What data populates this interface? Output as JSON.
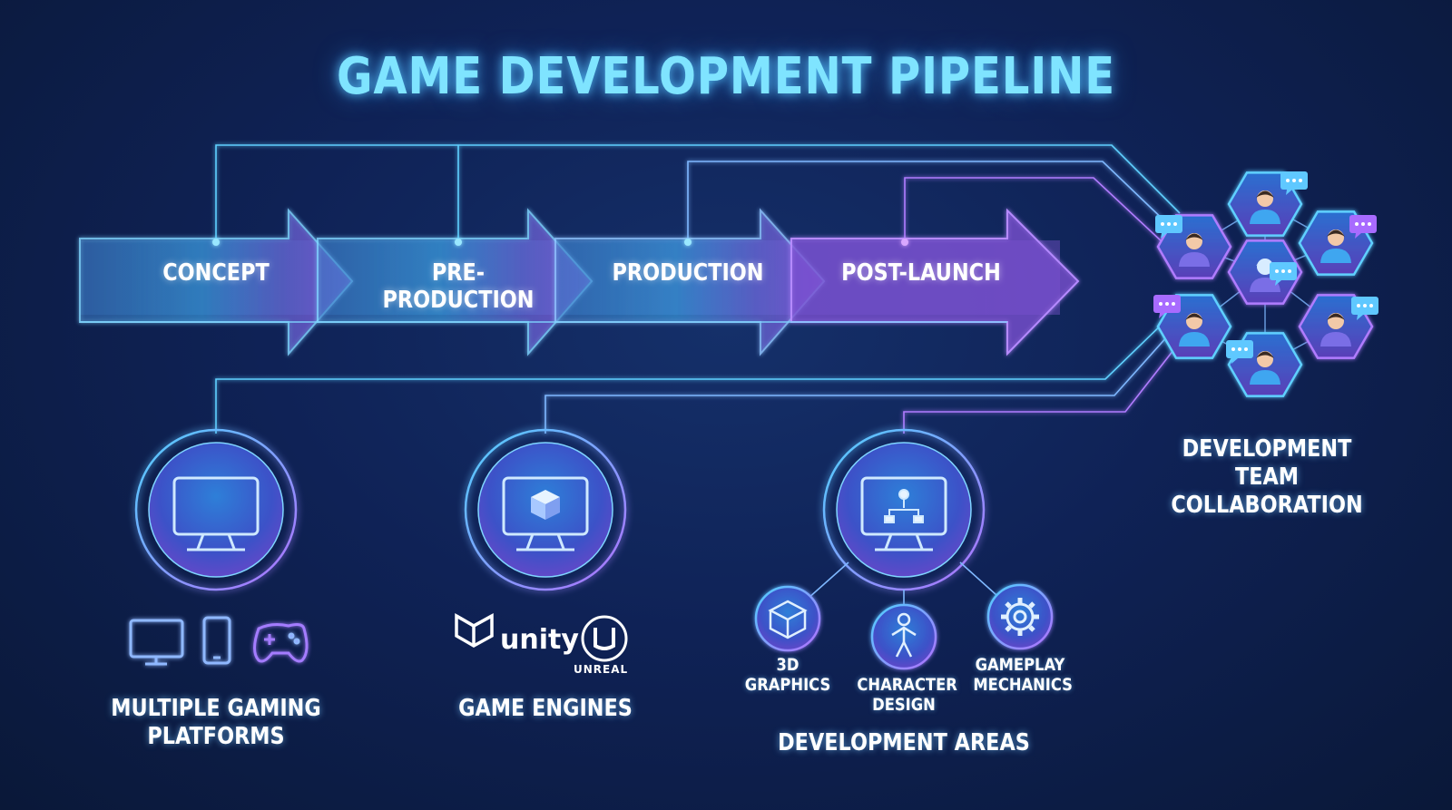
{
  "title": "GAME DEVELOPMENT PIPELINE",
  "pipeline": {
    "stages": [
      {
        "label": "CONCEPT"
      },
      {
        "label": "PRE-PRODUCTION"
      },
      {
        "label": "PRODUCTION"
      },
      {
        "label": "POST-LAUNCH"
      }
    ]
  },
  "team": {
    "label": "DEVELOPMENT TEAM COLLABORATION",
    "icons": [
      "person-icon",
      "chat-bubble-icon",
      "group-icon"
    ]
  },
  "hubs": {
    "platforms": {
      "label": "MULTIPLE GAMING PLATFORMS",
      "icons": [
        "monitor-icon",
        "smartphone-icon",
        "gamepad-icon"
      ]
    },
    "engines": {
      "label": "GAME ENGINES",
      "unity_label": "unity",
      "unreal_label": "UNREAL"
    },
    "areas": {
      "label": "DEVELOPMENT AREAS",
      "items": [
        {
          "label": "3D GRAPHICS",
          "icon": "cube-icon"
        },
        {
          "label": "CHARACTER DESIGN",
          "icon": "person-icon"
        },
        {
          "label": "GAMEPLAY MECHANICS",
          "icon": "gear-icon"
        }
      ]
    }
  },
  "colors": {
    "background": "#0f2256",
    "accent_cyan": "#5fd6ff",
    "accent_purple": "#a86bff",
    "title": "#7fe4ff"
  }
}
